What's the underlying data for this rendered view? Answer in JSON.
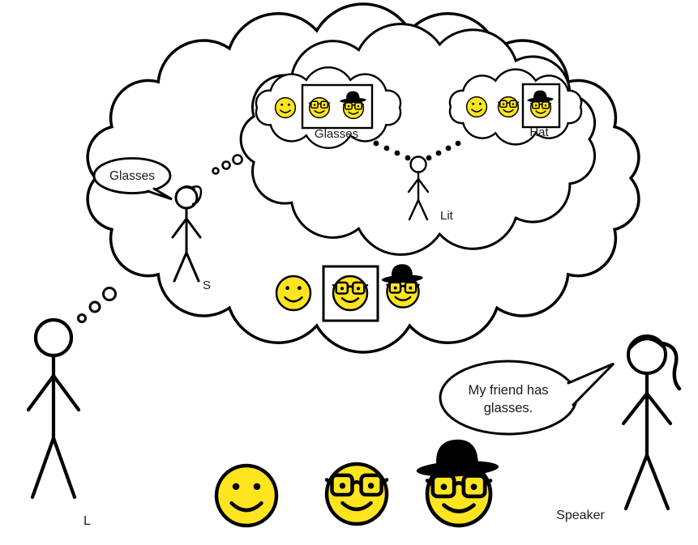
{
  "labels": {
    "listener": "L",
    "speaker": "Speaker",
    "inner_speaker": "S",
    "literal_listener": "Lit",
    "glasses_world": "Glasses",
    "hat_world": "Hat"
  },
  "speech_bubbles": {
    "s_utterance": "Glasses",
    "speaker_utterance_lines": [
      "My friend has",
      "glasses."
    ]
  },
  "colors": {
    "smiley_yellow": "#FFE51F",
    "outline_black": "#000000"
  },
  "icons": {
    "referents": [
      "plain-face",
      "glasses-face",
      "hat-glasses-face"
    ]
  }
}
